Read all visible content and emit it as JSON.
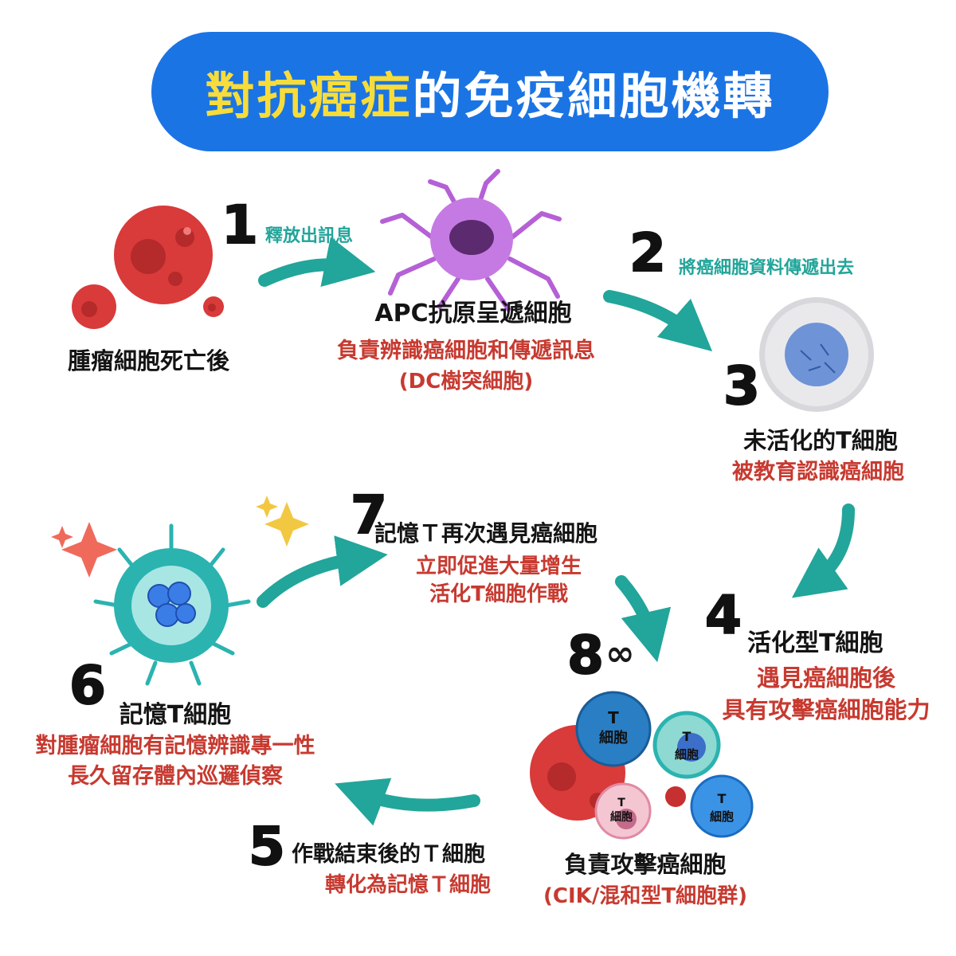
{
  "title": {
    "highlight": "對抗癌症",
    "rest": "的免疫細胞機轉"
  },
  "steps": {
    "s1": {
      "num": "1",
      "arrow_label": "釋放出訊息"
    },
    "s2": {
      "num": "2",
      "arrow_label": "將癌細胞資料傳遞出去"
    },
    "s3": {
      "num": "3"
    },
    "s4": {
      "num": "4"
    },
    "s5": {
      "num": "5"
    },
    "s6": {
      "num": "6"
    },
    "s7": {
      "num": "7"
    },
    "s8": {
      "num": "8",
      "symbol": "∞"
    }
  },
  "tumor": {
    "label": "腫瘤細胞死亡後"
  },
  "apc": {
    "label": "APC抗原呈遞細胞",
    "desc1": "負責辨識癌細胞和傳遞訊息",
    "desc2": "(DC樹突細胞)"
  },
  "naive_t": {
    "label": "未活化的T細胞",
    "desc": "被教育認識癌細胞"
  },
  "activated_t": {
    "label": "活化型T細胞",
    "desc1": "遇見癌細胞後",
    "desc2": "具有攻擊癌細胞能力"
  },
  "after_battle": {
    "label": "作戰結束後的Ｔ細胞",
    "desc": "轉化為記憶Ｔ細胞"
  },
  "memory_t": {
    "label": "記憶T細胞",
    "desc1": "對腫瘤細胞有記憶辨識專一性",
    "desc2": "長久留存體內巡邏偵察"
  },
  "re_encounter": {
    "label": "記憶Ｔ再次遇見癌細胞",
    "desc1": "立即促進大量增生",
    "desc2": "活化T細胞作戰"
  },
  "attack": {
    "label": "負責攻擊癌細胞",
    "desc": "(CIK/混和型T細胞群)"
  },
  "tcell_text": {
    "t": "T",
    "body": "細胞"
  },
  "colors": {
    "banner": "#1b74e4",
    "title_highlight": "#f7dc3b",
    "arrow": "#22a59a",
    "desc": "#c73a30",
    "tumor": "#d93a3a"
  }
}
